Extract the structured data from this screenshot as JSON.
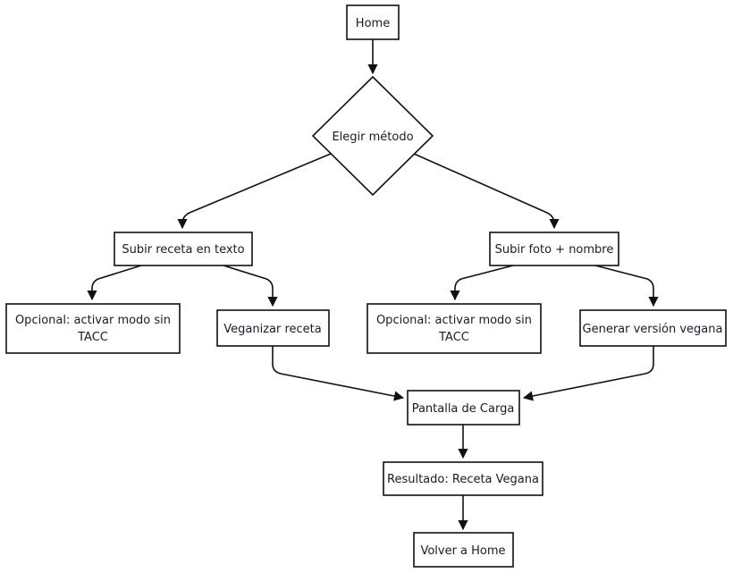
{
  "diagram": {
    "nodes": {
      "home": "Home",
      "decision": "Elegir método",
      "text_upload": "Subir receta en texto",
      "photo_upload": "Subir foto + nombre",
      "tacc_left_line1": "Opcional: activar modo sin",
      "tacc_left_line2": "TACC",
      "veganize": "Veganizar receta",
      "tacc_right_line1": "Opcional: activar modo sin",
      "tacc_right_line2": "TACC",
      "generate_vegan": "Generar versión vegana",
      "loading": "Pantalla de Carga",
      "result": "Resultado: Receta Vegana",
      "back_home": "Volver a Home"
    }
  }
}
